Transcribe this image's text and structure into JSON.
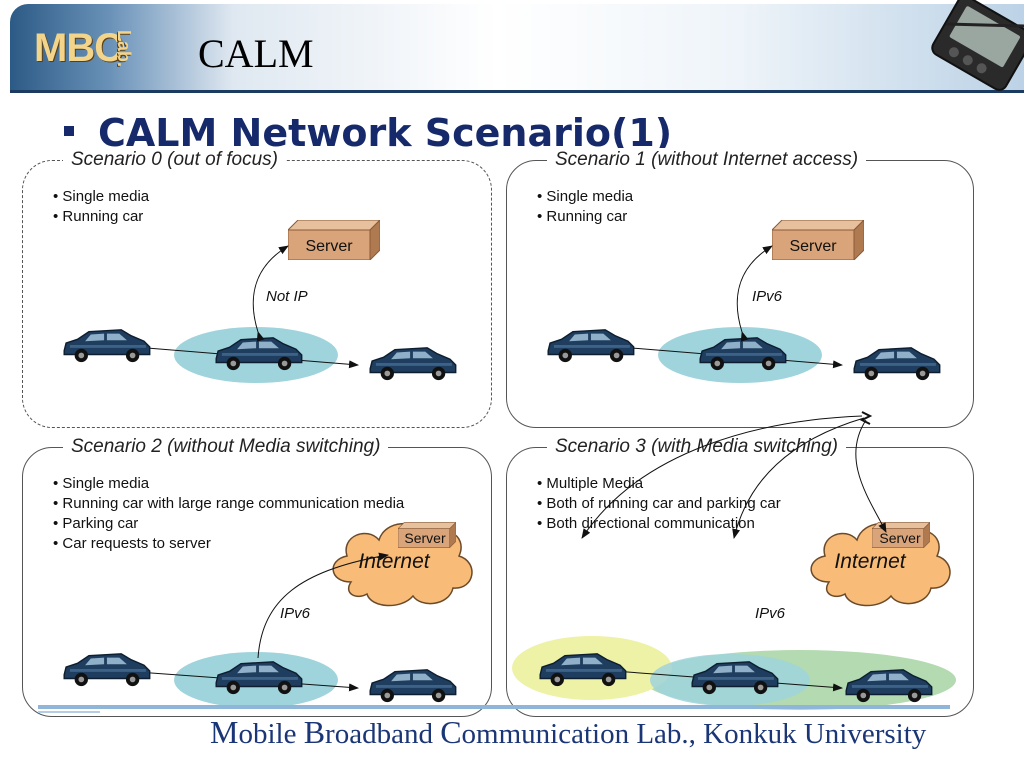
{
  "header": {
    "logo_text": "MBC",
    "logo_sub": "Lab.",
    "title": "CALM"
  },
  "slide": {
    "heading": "CALM Network Scenario(1)"
  },
  "scenarios": [
    {
      "title": "Scenario 0 (out of focus)",
      "bullets": [
        "Single media",
        "Running car"
      ],
      "server_label": "Server",
      "link_label": "Not IP"
    },
    {
      "title": "Scenario 1 (without Internet access)",
      "bullets": [
        "Single media",
        "Running car"
      ],
      "server_label": "Server",
      "link_label": "IPv6"
    },
    {
      "title": "Scenario 2 (without Media switching)",
      "bullets": [
        "Single media",
        "Running car with large range communication media",
        "Parking car",
        "Car requests to server"
      ],
      "server_label": "Server",
      "cloud_label": "Internet",
      "link_label": "IPv6"
    },
    {
      "title": "Scenario 3 (with Media switching)",
      "bullets": [
        "Multiple Media",
        "Both of running car and parking car",
        "Both directional communication"
      ],
      "server_label": "Server",
      "cloud_label": "Internet",
      "link_label": "IPv6"
    }
  ],
  "footer": {
    "parts": [
      "M",
      "obile ",
      "B",
      "roadband ",
      "C",
      "ommunication Lab., Konkuk University"
    ]
  },
  "colors": {
    "heading": "#15296b",
    "server_box": "#d9a47a",
    "coverage": "#9fd4dc",
    "cloud": "#f8bc78",
    "car": "#1f3d5e"
  }
}
